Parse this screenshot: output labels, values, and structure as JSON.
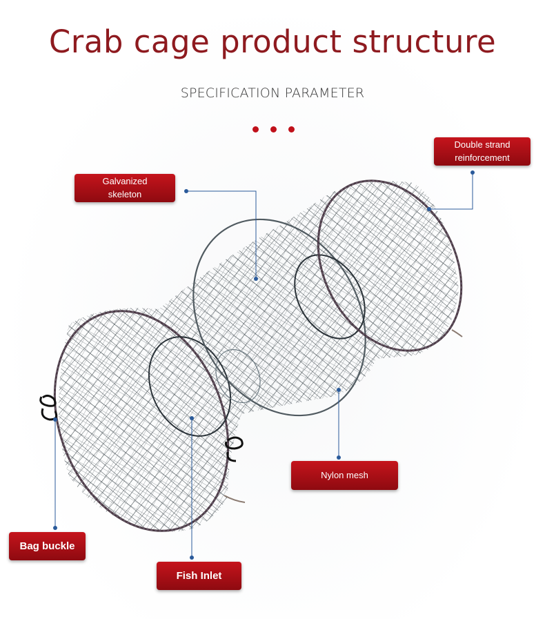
{
  "header": {
    "title": "Crab cage product structure",
    "subtitle": "SPECIFICATION PARAMETER"
  },
  "labels": {
    "double_strand": {
      "line1": "Double strand",
      "line2": "reinforcement"
    },
    "galvanized": {
      "line1": "Galvanized",
      "line2": "skeleton"
    },
    "nylon_mesh": "Nylon mesh",
    "bag_buckle": "Bag buckle",
    "fish_inlet": "Fish Inlet"
  },
  "colors": {
    "title": "#8e1a1f",
    "accent": "#c0101a",
    "leader_line": "#2a5a9a",
    "net": "#1f2a30"
  }
}
